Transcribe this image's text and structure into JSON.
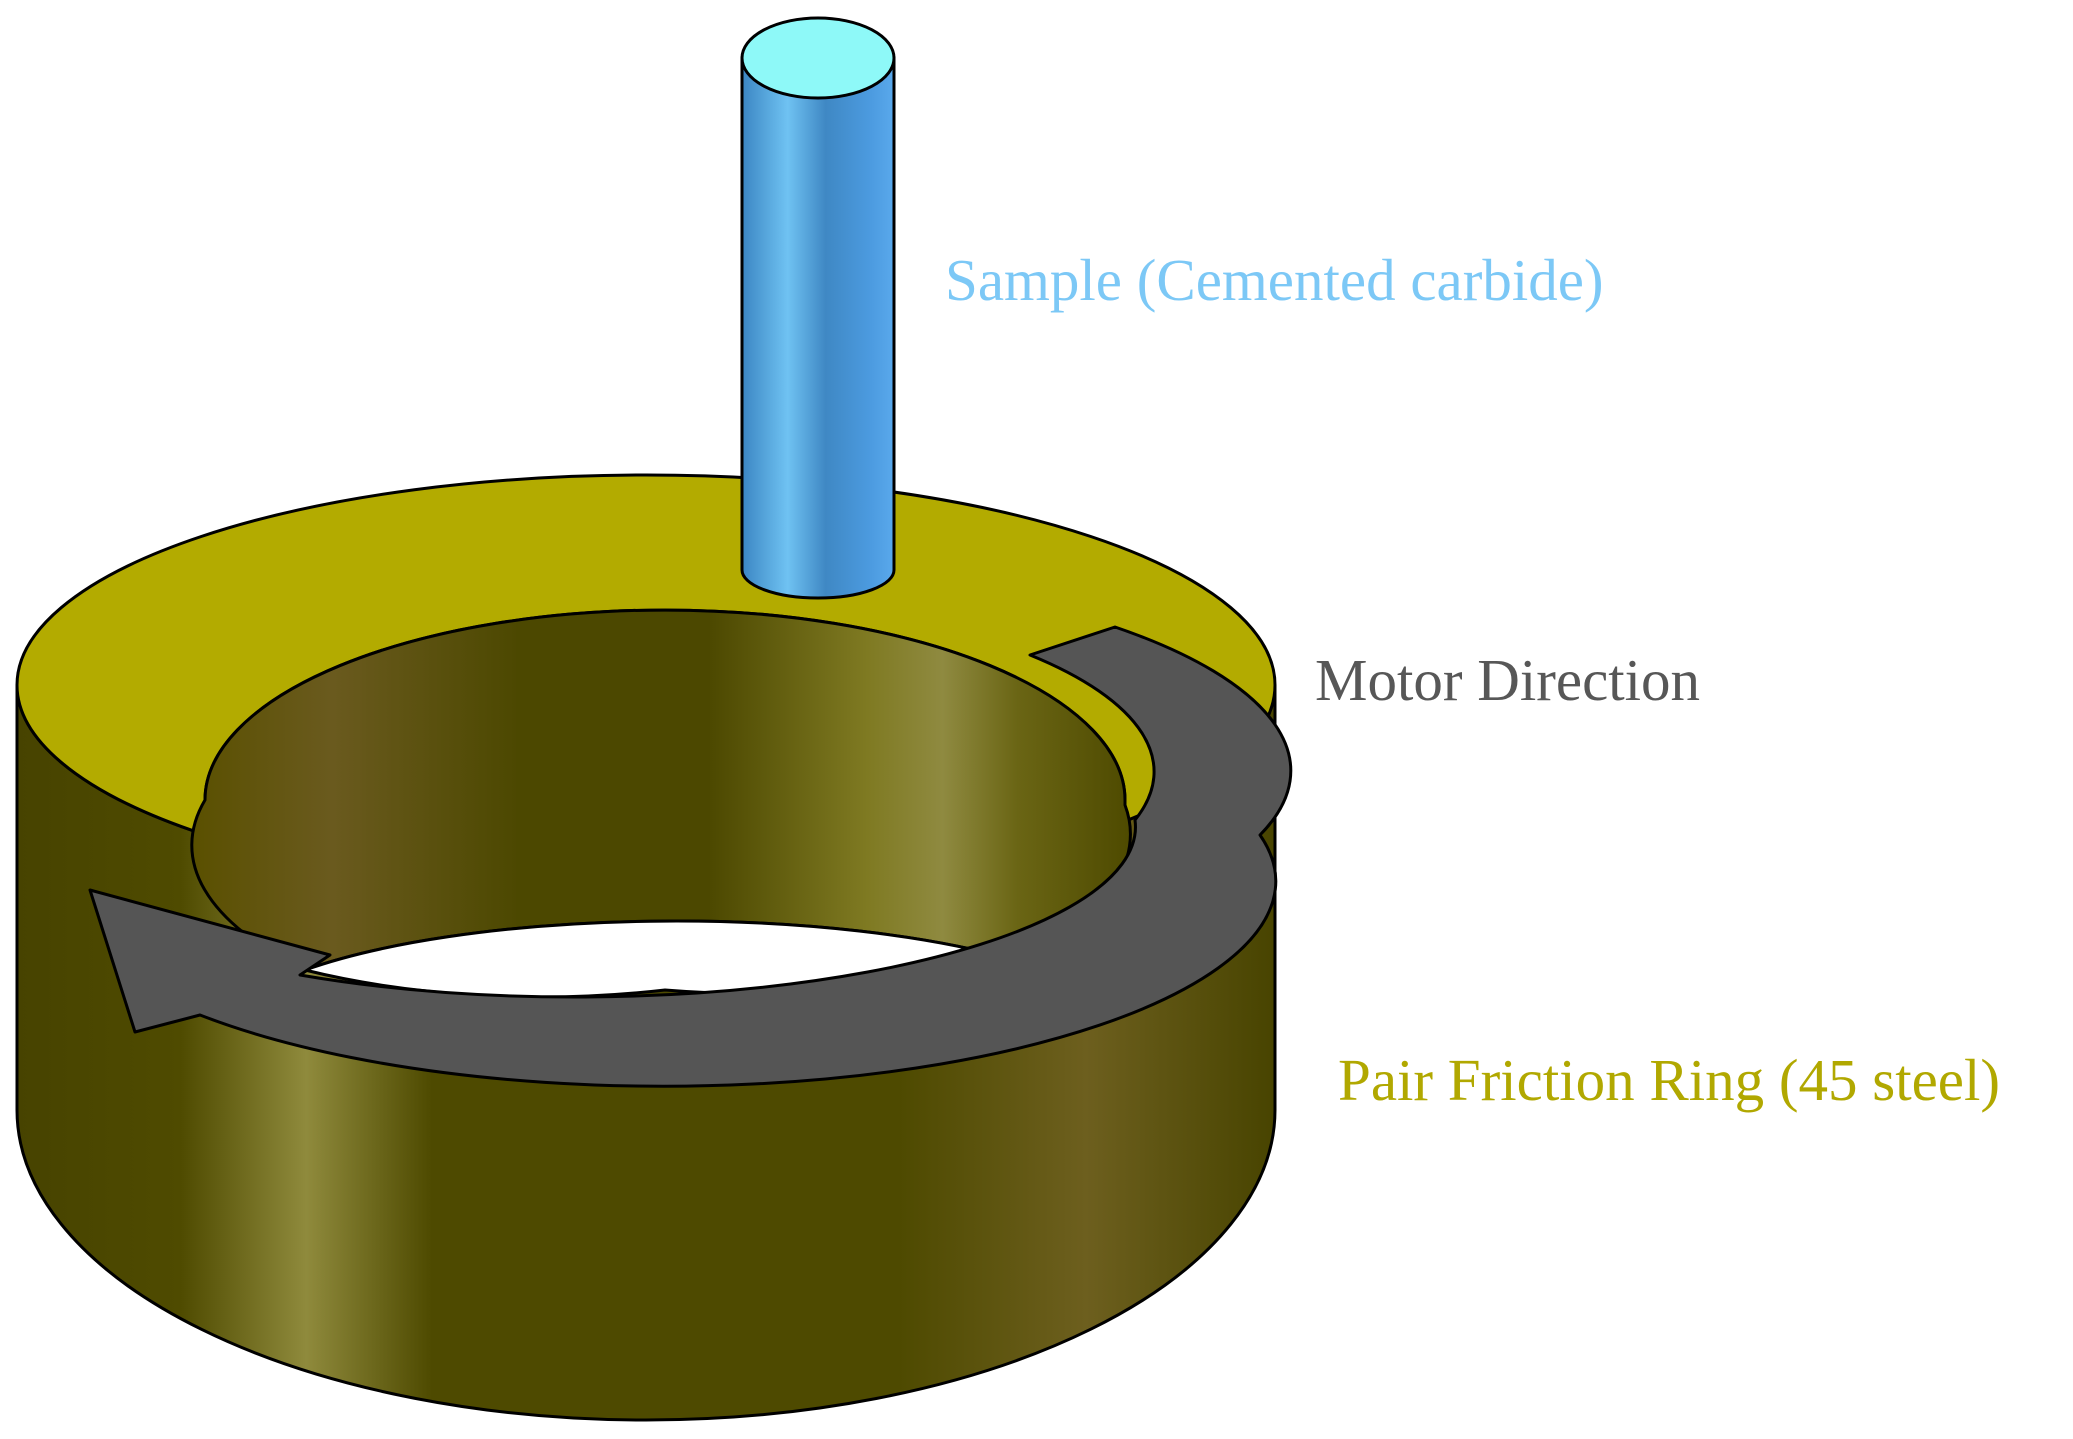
{
  "labels": {
    "sample": "Sample (Cemented carbide)",
    "motor_direction": "Motor Direction",
    "ring": "Pair Friction Ring (45 steel)"
  },
  "colors": {
    "sample_label": "#7cc8f6",
    "motor_label": "#575757",
    "ring_label": "#b1a800",
    "ring_top": "#b3ab00",
    "ring_side_dark": "#4e4a00",
    "ring_side_light": "#8f8a3c",
    "cylinder_dark": "#3d87c4",
    "cylinder_light": "#6ec1f2",
    "cylinder_top": "#8ef9f8",
    "arrow": "#555555"
  },
  "icons": {
    "sample": "cylinder-icon",
    "ring": "ring-icon",
    "direction": "curved-arrow-icon"
  }
}
